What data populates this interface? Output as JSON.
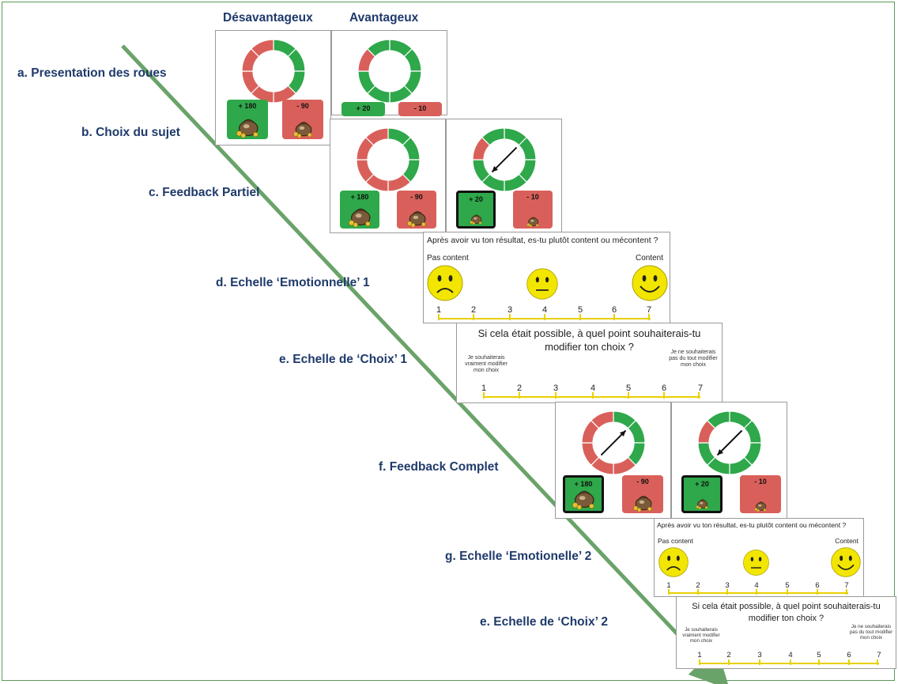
{
  "columns": {
    "left": "Désavantageux",
    "right": "Avantageux"
  },
  "steps": [
    "a. Presentation des roues",
    "b. Choix du sujet",
    "c. Feedback Partiel",
    "d. Echelle ‘Emotionnelle’ 1",
    "e. Echelle de ‘Choix’ 1",
    "f. Feedback Complet",
    "g. Echelle ‘Emotionelle’ 2",
    "e. Echelle de ‘Choix’ 2"
  ],
  "buttons": {
    "dis_gain": "+ 180",
    "dis_loss": "- 90",
    "adv_gain": "+ 20",
    "adv_loss": "- 10"
  },
  "emotion_scale": {
    "question": "Après avoir vu ton résultat, es-tu plutôt content ou mécontent ?",
    "left": "Pas content",
    "right": "Content",
    "numbers": [
      "1",
      "2",
      "3",
      "4",
      "5",
      "6",
      "7"
    ]
  },
  "choice_scale": {
    "question_line1": "Si cela était possible, à quel point souhaiterais-tu",
    "question_line2": "modifier ton choix ?",
    "left": "Je souhaiterais vraiment modifier mon choix",
    "right": "Je ne souhaiterais pas du tout modifier mon choix",
    "numbers": [
      "1",
      "2",
      "3",
      "4",
      "5",
      "6",
      "7"
    ]
  },
  "colors": {
    "label": "#1f3a6b",
    "green": "#2ea84a",
    "red": "#d9605a",
    "arrow": "#6aa36a",
    "scale": "#e8d000",
    "face": "#f2e600"
  }
}
